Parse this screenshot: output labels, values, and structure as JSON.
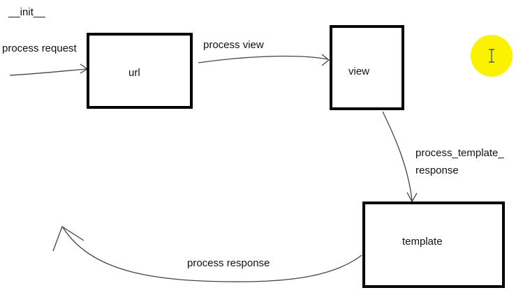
{
  "diagram": {
    "init_label": "__init__",
    "nodes": {
      "url": "url",
      "view": "view",
      "template": "template"
    },
    "edges": {
      "process_request": "process request",
      "process_view": "process view",
      "process_template_line1": "process_template_",
      "process_template_line2": "response",
      "process_response": "process response"
    },
    "line_color": "#444444",
    "box_border_color": "#000000"
  },
  "cursor": {
    "halo_color": "#fbf200",
    "icon": "ibeam-cursor-icon"
  }
}
